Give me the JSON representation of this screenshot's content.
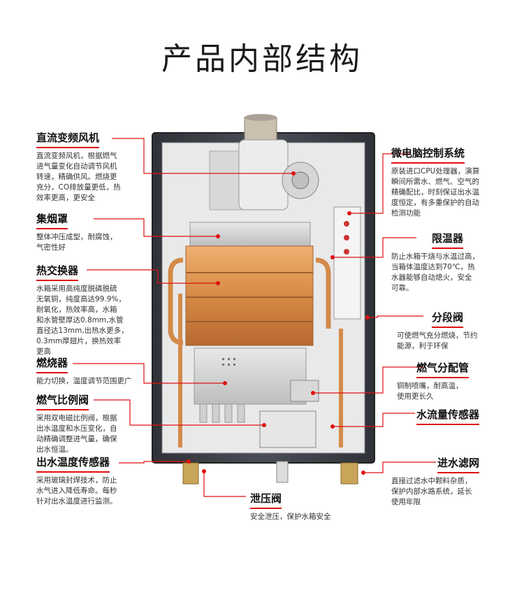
{
  "title": "产品内部结构",
  "colors": {
    "accent": "#e01010",
    "cabinet": "#3a3d44",
    "copper": "#d48a4a"
  },
  "labels": {
    "fan": {
      "title": "直流变频风机",
      "desc": "直流变频风机，根据燃气\n进气量变化自动调节风机\n转速，精确供风。燃烧更\n充分，CO排放量更低，热\n效率更高，更安全"
    },
    "hood": {
      "title": "集烟罩",
      "desc": "整体冲压成型，耐腐蚀，\n气密性好"
    },
    "exchanger": {
      "title": "热交换器",
      "desc": "水箱采用高纯度脱磷脱硫\n无氧铜，纯度高达99.9%，\n耐氧化，热效率高，水箱\n和水管壁厚达0.8mm,水管\n直径达13mm,出热水更多，\n0.3mm厚翅片，换热效率\n更高"
    },
    "burner": {
      "title": "燃烧器",
      "desc": "能力切换，温度调节范围更广"
    },
    "valve": {
      "title": "燃气比例阀",
      "desc": "采用双电磁比例阀，根据\n出水温度和水压变化，自\n动精确调整进气量，确保\n出水恒温。"
    },
    "outlet_sensor": {
      "title": "出水温度传感器",
      "desc": "采用玻璃封焊技术，防止\n水气进入降低寿命。每秒\n针对出水温度进行监测。"
    },
    "relief": {
      "title": "泄压阀",
      "desc": "安全泄压，保护水箱安全"
    },
    "micro": {
      "title": "微电脑控制系统",
      "desc": "原装进口CPU处理器，演算\n瞬间所需水、燃气、空气的\n精确配比，时刻保证出水温\n度恒定，有多重保护的自动\n检测功能"
    },
    "limiter": {
      "title": "限温器",
      "desc": "防止水箱干烧与水温过高，\n当箱体温度达到70℃，热\n水器能够自动熄火，安全\n可靠。"
    },
    "segment": {
      "title": "分段阀",
      "desc": "可使燃气充分燃烧，节约\n能源，利于环保"
    },
    "manifold": {
      "title": "燃气分配管",
      "desc": "铜制喷嘴，耐高温，\n使用更长久"
    },
    "flow_sensor": {
      "title": "水流量传感器",
      "desc": ""
    },
    "filter": {
      "title": "进水滤网",
      "desc": "直接过滤水中颗料杂质，\n保护内部水路系统，延长\n使用年限"
    }
  }
}
